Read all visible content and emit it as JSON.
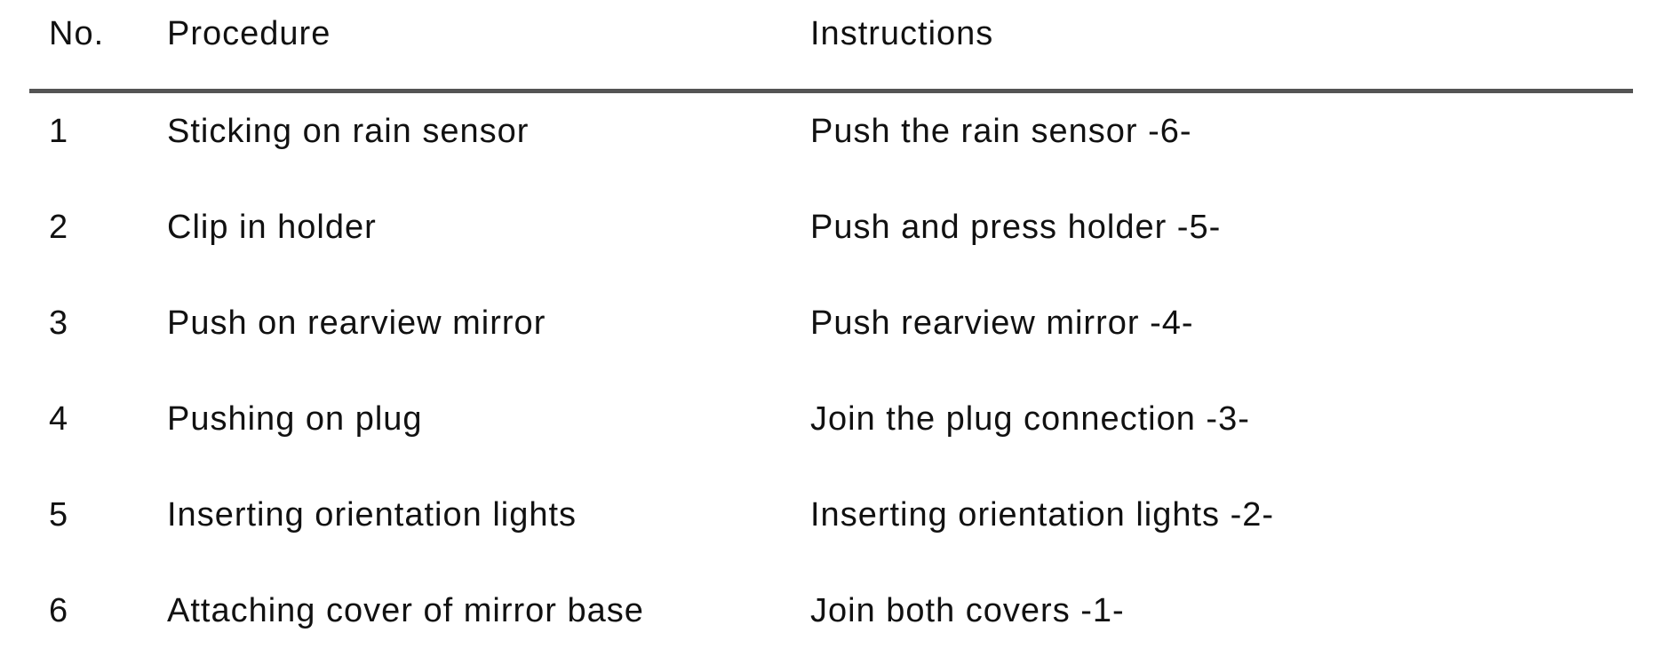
{
  "table": {
    "columns": [
      "No.",
      "Procedure",
      "Instructions"
    ],
    "rows": [
      {
        "no": "1",
        "procedure": "Sticking on rain sensor",
        "instructions": "Push the rain sensor -6-"
      },
      {
        "no": "2",
        "procedure": "Clip in holder",
        "instructions": "Push and press holder -5-"
      },
      {
        "no": "3",
        "procedure": "Push on rearview mirror",
        "instructions": "Push rearview mirror -4-"
      },
      {
        "no": "4",
        "procedure": "Pushing on plug",
        "instructions": "Join the plug connection -3-"
      },
      {
        "no": "5",
        "procedure": "Inserting orientation lights",
        "instructions": "Inserting orientation lights -2-"
      },
      {
        "no": "6",
        "procedure": "Attaching cover of mirror base",
        "instructions": "Join both covers -1-"
      }
    ],
    "colors": {
      "background": "#ffffff",
      "text": "#111111",
      "rule": "#545454"
    }
  }
}
